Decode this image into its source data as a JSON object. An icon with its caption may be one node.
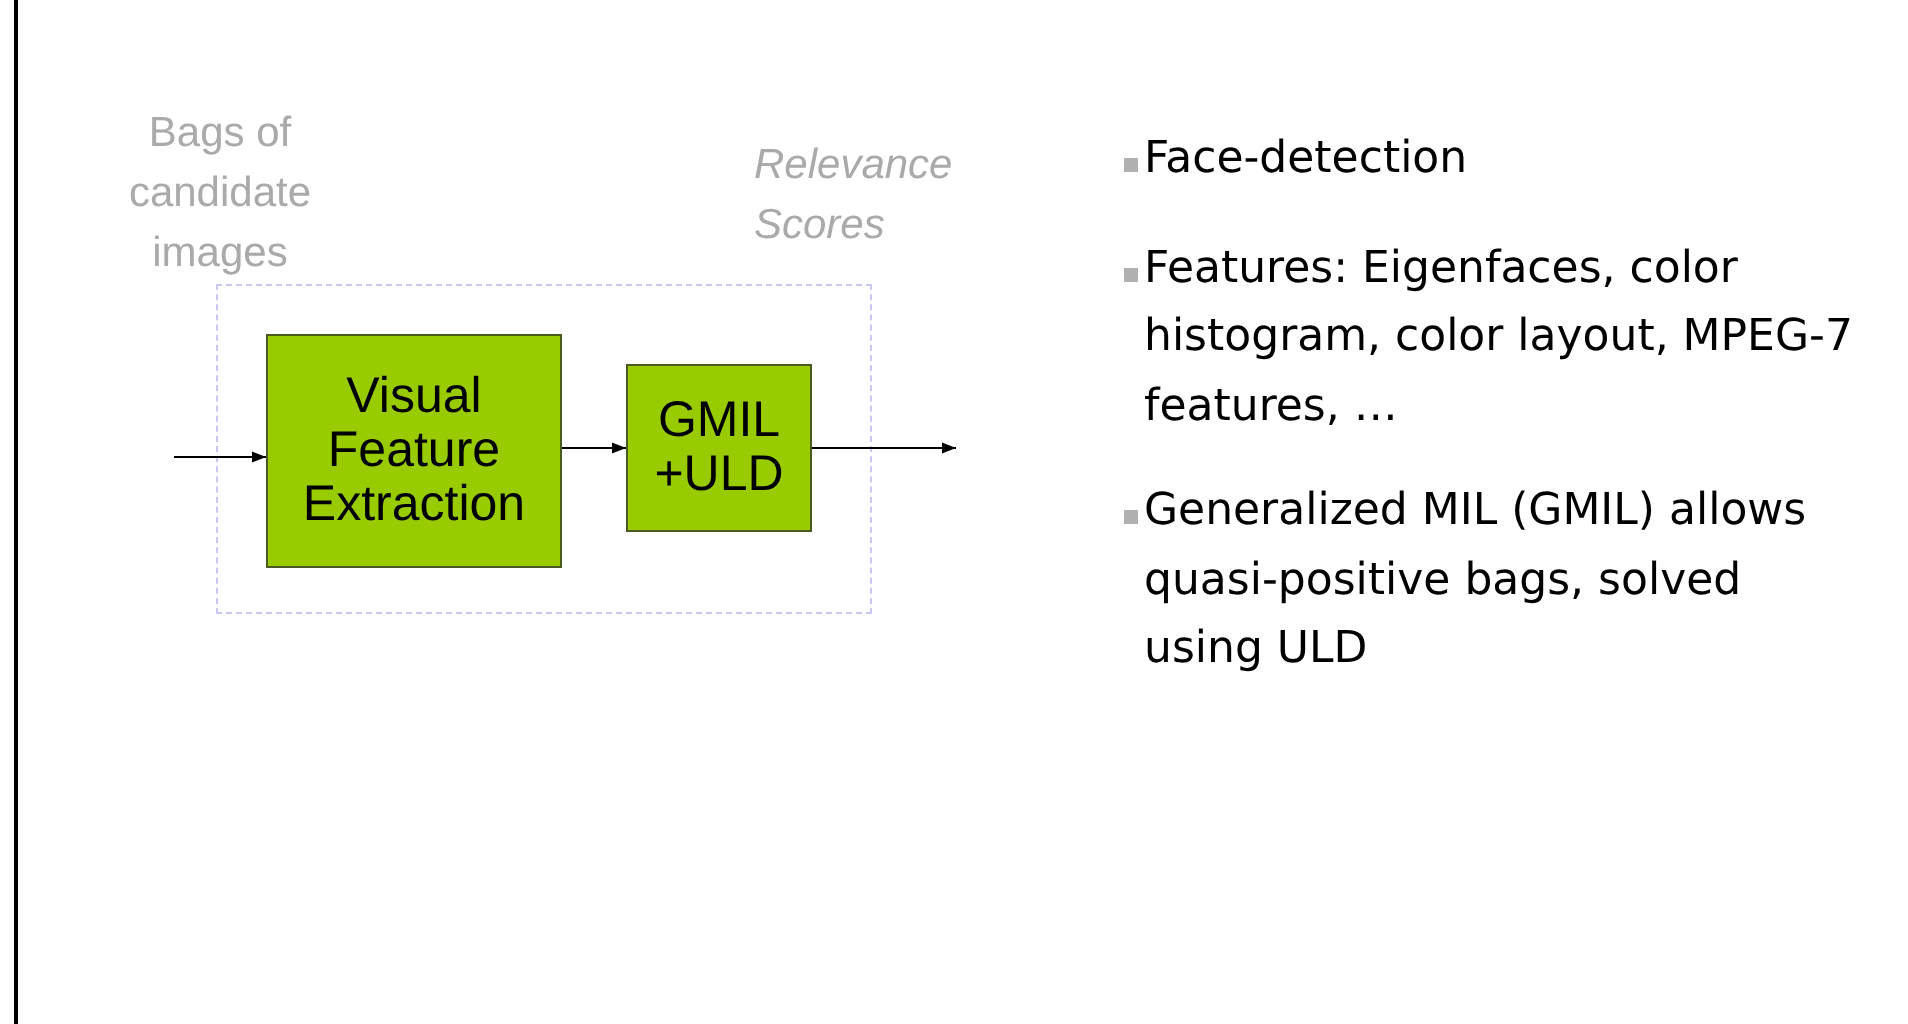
{
  "diagram": {
    "nodes": [
      {
        "text": [],
        "shape": "box"
      },
      {
        "text": [
          "Visual Feature Extraction"
        ],
        "in": 0
      },
      {
        "text": [
          "GMIL +ULD"
        ],
        "in": 0
      }
    ],
    "edges": [
      {
        "from": null,
        "to": 1,
        "arrow": "to"
      },
      {
        "from": 1,
        "to": 2,
        "arrow": "to"
      },
      {
        "from": 2,
        "to": null,
        "arrow": "to"
      }
    ],
    "labels": [
      "Bags of candidate images",
      "Relevance Scores",
      "Face-detection",
      "Features: Eigenfaces, color histogram, color layout, MPEG-7 features, …",
      "Generalized MIL (GMIL) allows quasi-positive bags, solved using ULD"
    ]
  }
}
